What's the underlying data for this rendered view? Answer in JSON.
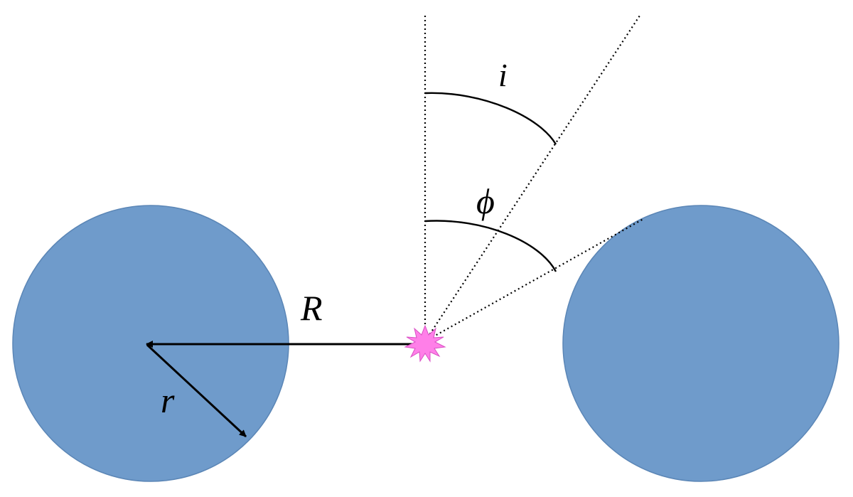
{
  "labels": {
    "inclination": "i",
    "phi": "ϕ",
    "big_r": "R",
    "small_r": "r"
  },
  "colors": {
    "sphere_fill": "#6f9bcb",
    "sphere_stroke": "#5b86b6",
    "source_fill": "#ff7fe8",
    "source_stroke": "#d94fc4",
    "line": "#000000"
  },
  "icons": {
    "source": "starburst-icon"
  }
}
